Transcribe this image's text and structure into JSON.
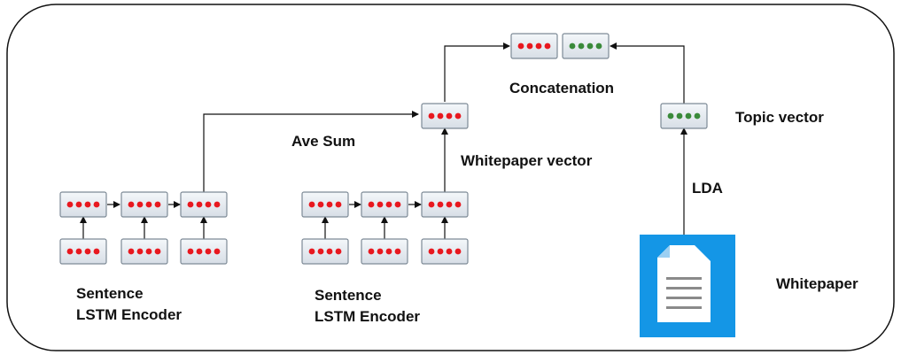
{
  "labels": {
    "concatenation": "Concatenation",
    "ave_sum": "Ave Sum",
    "whitepaper_vector": "Whitepaper vector",
    "topic_vector": "Topic vector",
    "lda": "LDA",
    "whitepaper": "Whitepaper",
    "encoder_1_line1": "Sentence",
    "encoder_1_line2": "LSTM Encoder",
    "encoder_2_line1": "Sentence",
    "encoder_2_line2": "LSTM Encoder"
  },
  "colors": {
    "red_dot": "#e8181f",
    "green_dot": "#3a8a3a",
    "document_blue": "#1496e6",
    "vector_fill": "#e6ecf2",
    "vector_border": "#7d8a96",
    "line": "#111111"
  },
  "icons": {
    "document": "document-icon"
  }
}
